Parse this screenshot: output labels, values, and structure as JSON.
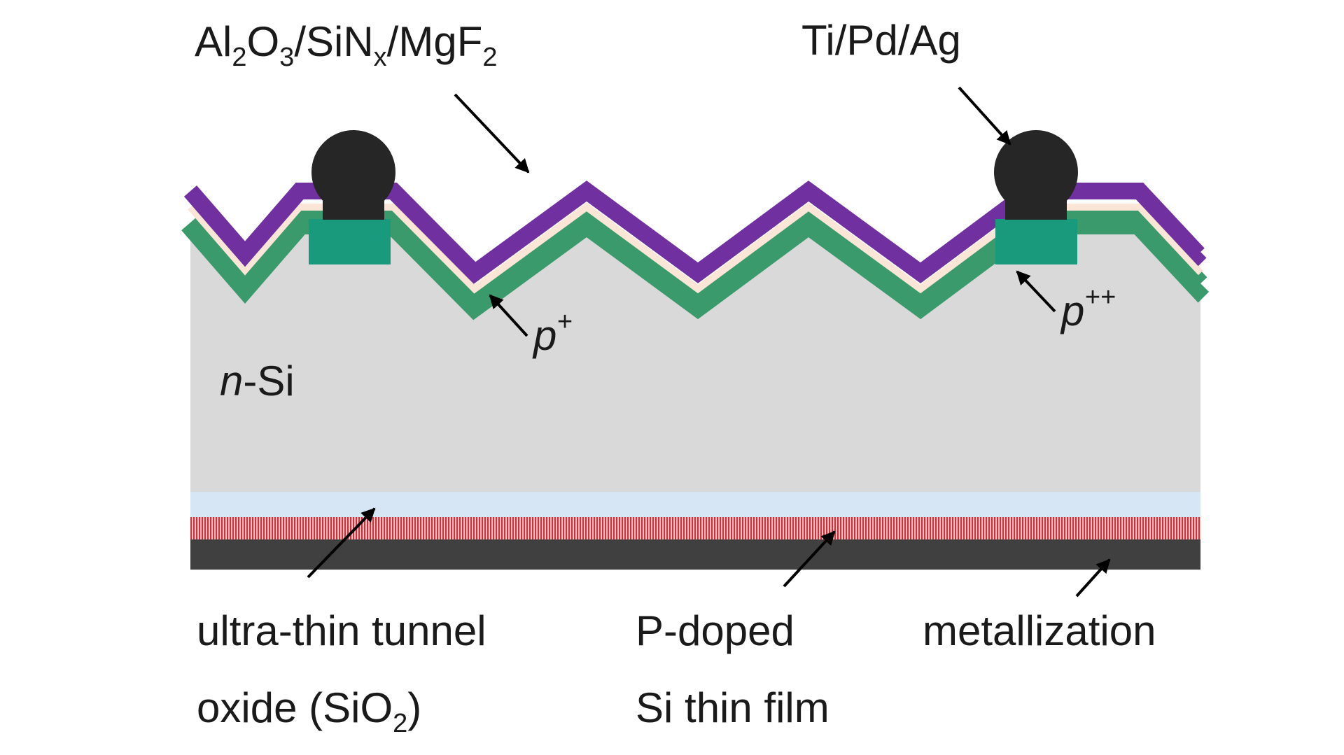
{
  "labels": {
    "coating": {
      "p1": "Al",
      "s1": "2",
      "p2": "O",
      "s2": "3",
      "p3": "/SiN",
      "s3": "x",
      "p4": "/MgF",
      "s4": "2"
    },
    "contact": "Ti/Pd/Ag",
    "p_plus": {
      "base": "p",
      "sup": "+"
    },
    "p_plusplus": {
      "base": "p",
      "sup": "++"
    },
    "substrate": {
      "italic": "n",
      "rest": "-Si"
    },
    "tunnel_oxide": {
      "line1": "ultra-thin tunnel",
      "line2a": "oxide (SiO",
      "line2sub": "2",
      "line2b": ")"
    },
    "doped_film": {
      "line1": "P-doped",
      "line2": "Si thin film"
    },
    "metallization": "metallization"
  },
  "colors": {
    "substrate": "#d9d9d9",
    "purple_coating": "#7030a0",
    "interlayer": "#fbe5d6",
    "green_emitter": "#3b9a6b",
    "teal_contact_doping": "#1a9a7c",
    "metal_finger": "#262626",
    "tunnel_oxide": "#d6e6f4",
    "doped_film": "#c8323a",
    "rear_metal": "#404040"
  }
}
